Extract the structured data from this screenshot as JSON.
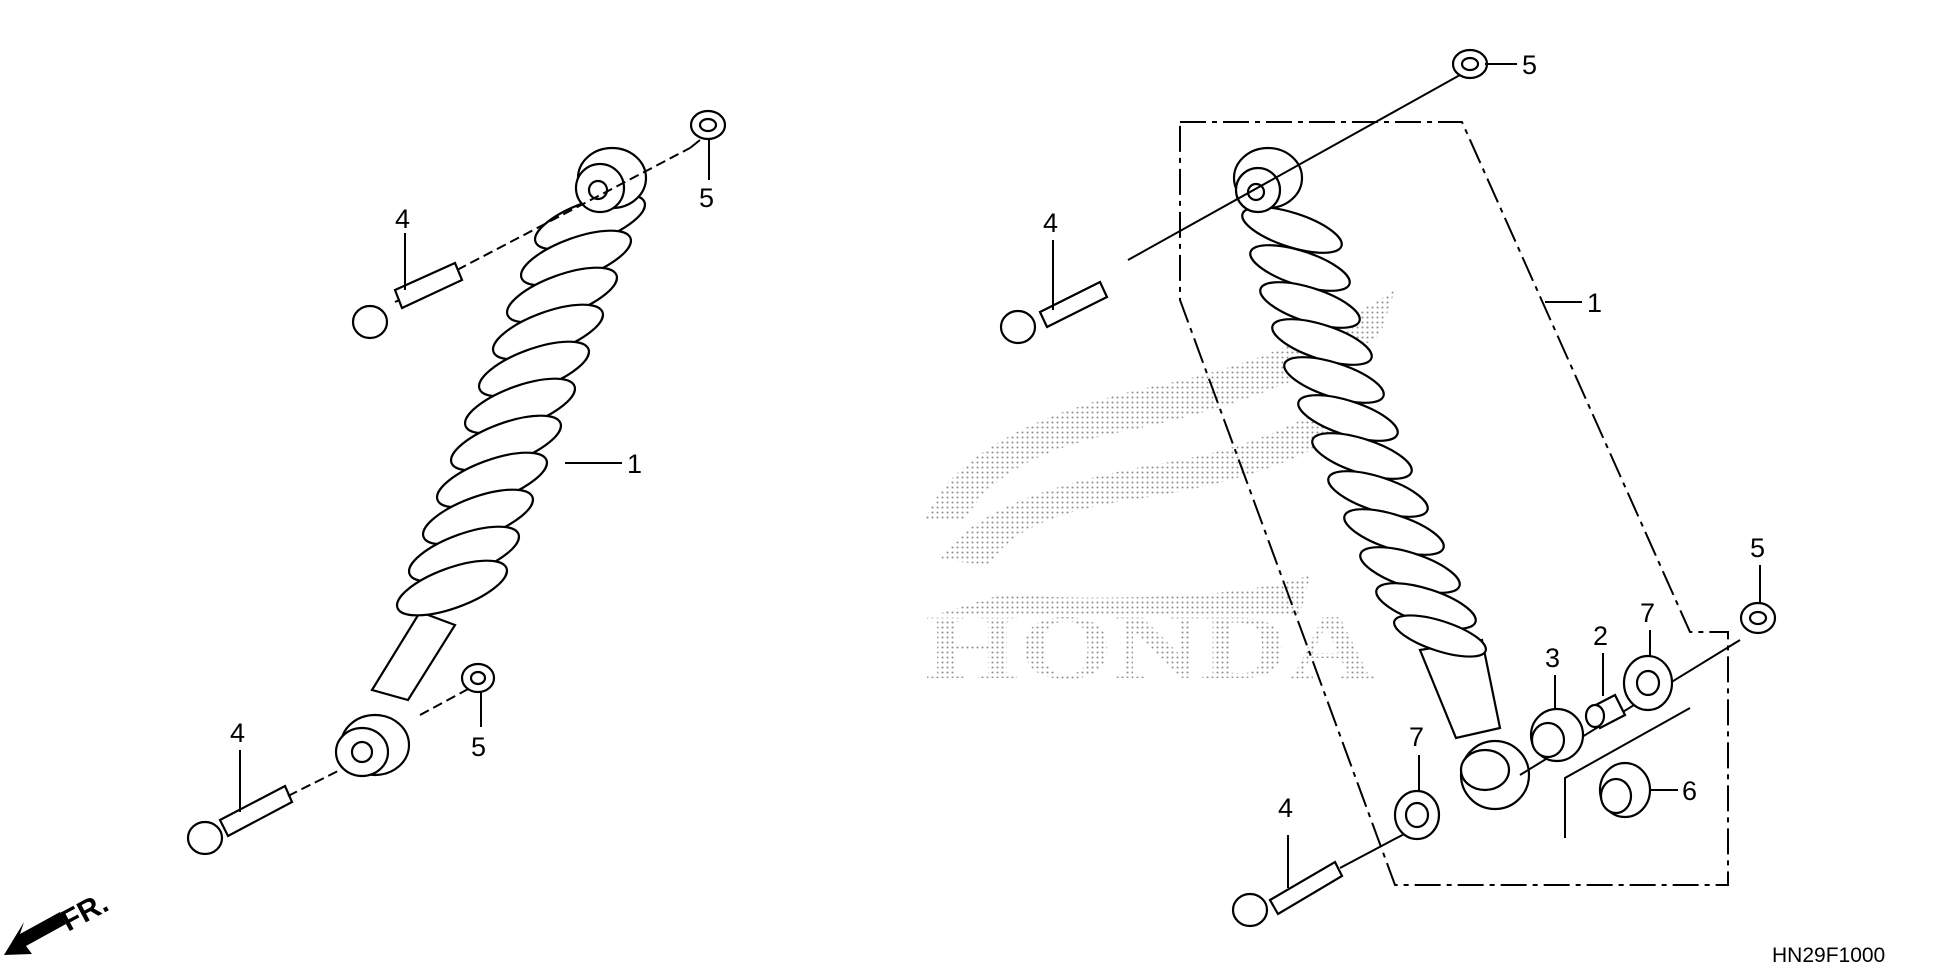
{
  "colors": {
    "ink": "#000000",
    "watermark": "#9a9a9a",
    "background": "#ffffff"
  },
  "watermark": {
    "text": "HONDA"
  },
  "direction": {
    "label": "FR."
  },
  "diagram_code": "HN29F1000",
  "callouts": {
    "left": {
      "top_nut": "5",
      "top_bolt": "4",
      "shock": "1",
      "bottom_nut": "5",
      "bottom_bolt": "4"
    },
    "right": {
      "top_nut": "5",
      "top_bolt": "4",
      "assembly": "1",
      "bushing": "3",
      "collar": "2",
      "seal_right": "7",
      "seal_left": "7",
      "nut_right": "5",
      "bearing": "6",
      "bottom_bolt": "4"
    }
  }
}
